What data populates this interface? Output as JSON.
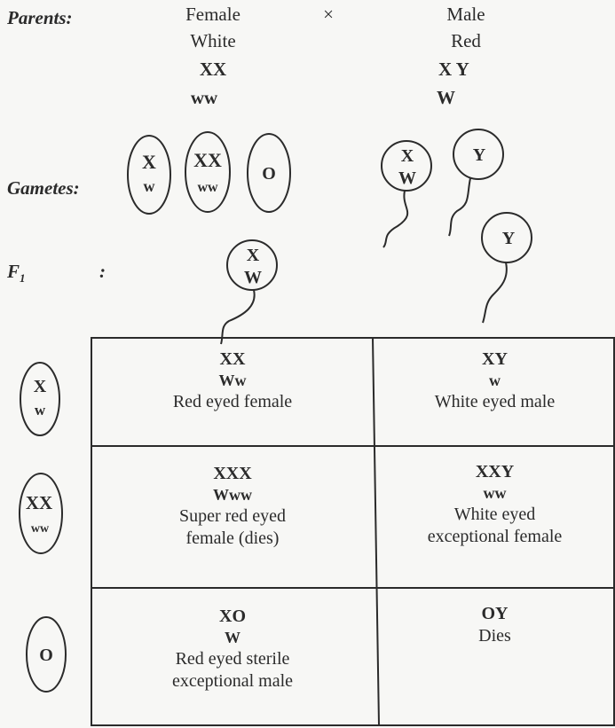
{
  "labels": {
    "parents": "Parents:",
    "gametes": "Gametes:",
    "f1": "F",
    "f1_sub": "1",
    "f1_colon": ":"
  },
  "parents": {
    "cross_symbol": "×",
    "female": {
      "sex": "Female",
      "phenotype": "White",
      "chromosomes": "XX",
      "genes": "ww"
    },
    "male": {
      "sex": "Male",
      "phenotype": "Red",
      "chromosomes": "X Y",
      "genes": "W"
    }
  },
  "female_gametes": [
    {
      "top": "X",
      "bottom": "w"
    },
    {
      "top": "XX",
      "bottom": "ww"
    },
    {
      "top": "O",
      "bottom": ""
    }
  ],
  "male_gametes": [
    {
      "top": "X",
      "bottom": "W"
    },
    {
      "top": "Y",
      "bottom": ""
    }
  ],
  "f1_sperm": [
    {
      "top": "X",
      "bottom": "W"
    },
    {
      "top": "Y",
      "bottom": ""
    }
  ],
  "row_eggs": [
    {
      "top": "X",
      "bottom": "w"
    },
    {
      "top": "XX",
      "bottom": "ww"
    },
    {
      "top": "O",
      "bottom": ""
    }
  ],
  "grid": [
    [
      {
        "chromosomes": "XX",
        "genes": "Ww",
        "line1": "Red eyed female",
        "line2": ""
      },
      {
        "chromosomes": "XY",
        "genes": "w",
        "line1": "White eyed male",
        "line2": ""
      }
    ],
    [
      {
        "chromosomes": "XXX",
        "genes": "Www",
        "line1": "Super red eyed",
        "line2": "female (dies)"
      },
      {
        "chromosomes": "XXY",
        "genes": "ww",
        "line1": "White eyed",
        "line2": "exceptional female"
      }
    ],
    [
      {
        "chromosomes": "XO",
        "genes": "W",
        "line1": "Red eyed sterile",
        "line2": "exceptional male"
      },
      {
        "chromosomes": "OY",
        "genes": "",
        "line1": "Dies",
        "line2": ""
      }
    ]
  ]
}
